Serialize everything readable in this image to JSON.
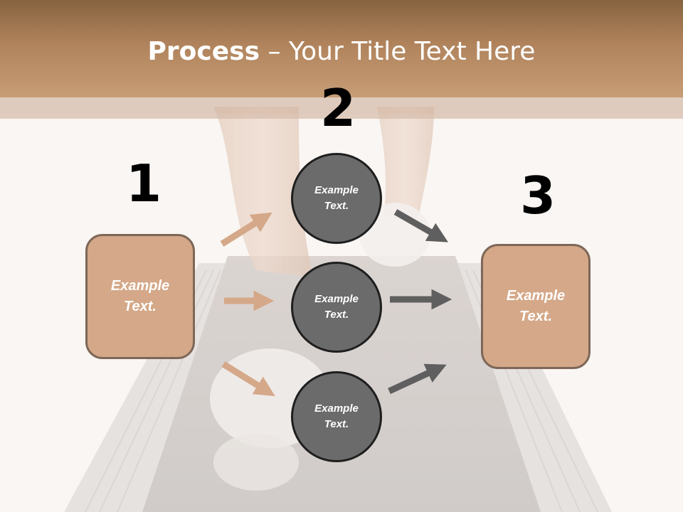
{
  "slide": {
    "title_bold": "Process",
    "title_rest": " – Your Title Text Here"
  },
  "steps": [
    {
      "number": "1",
      "text": "Example\nText."
    },
    {
      "number": "2",
      "items": [
        "Example\nText.",
        "Example\nText.",
        "Example\nText."
      ]
    },
    {
      "number": "3",
      "text": "Example\nText."
    }
  ],
  "colors": {
    "header": "#b0835c",
    "box_fill": "#d4a888",
    "circle_fill": "#6b6b6b",
    "arrow_tan": "#d4a888",
    "arrow_gray": "#5f5f5f"
  }
}
